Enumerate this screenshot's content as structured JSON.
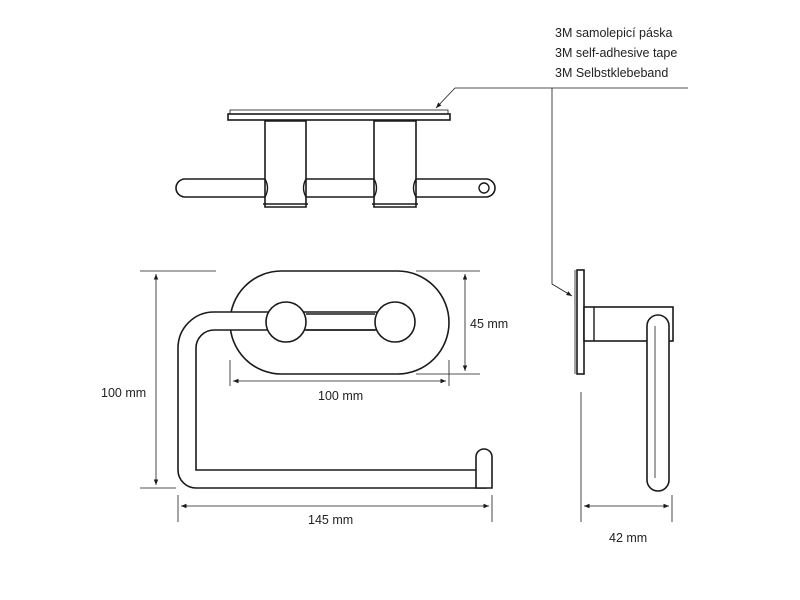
{
  "callout": {
    "line_cs": "3M samolepicí páska",
    "line_en": "3M self-adhesive tape",
    "line_de": "3M Selbstklebeband"
  },
  "dimensions": {
    "height_total": "100 mm",
    "plate_height": "45 mm",
    "hole_spacing": "100 mm",
    "width_total": "145 mm",
    "depth": "42 mm"
  },
  "colors": {
    "line": "#1a1a1a",
    "text": "#222222",
    "background": "#ffffff"
  }
}
